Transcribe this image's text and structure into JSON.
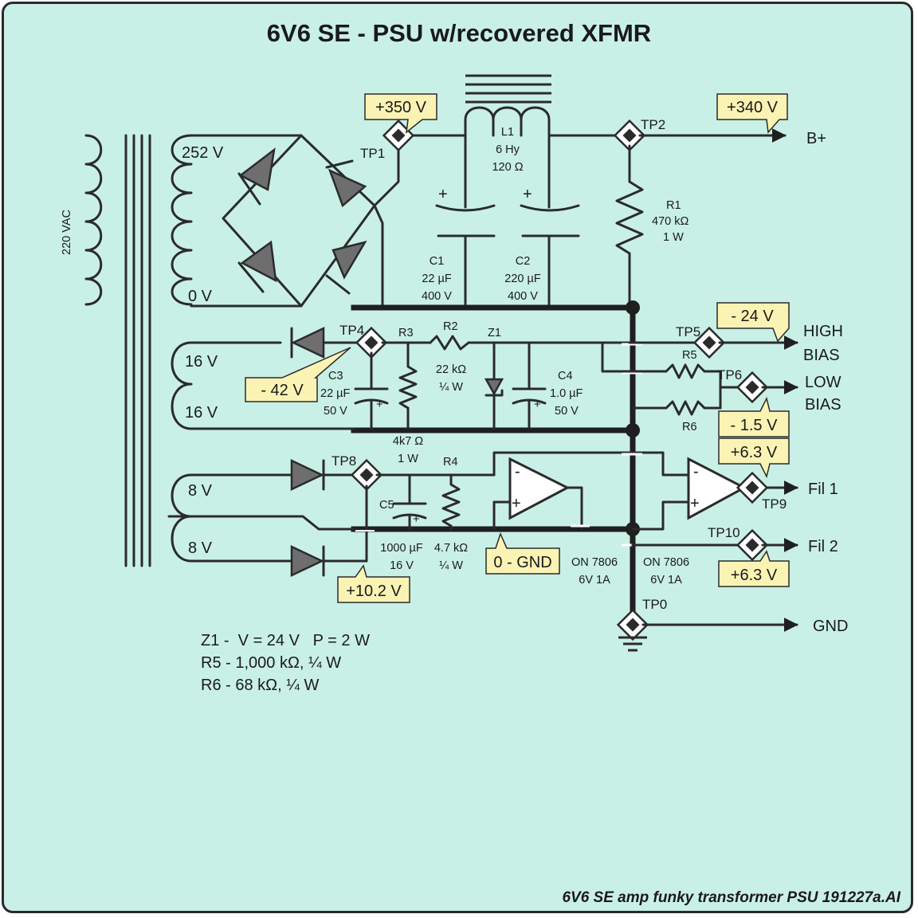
{
  "title": "6V6 SE - PSU w/recovered XFMR",
  "footer": "6V6 SE amp funky transformer PSU 191227a.AI",
  "primary_label": "220 VAC",
  "secondary_taps": [
    "252 V",
    "0 V",
    "16 V",
    "16 V",
    "8 V",
    "8 V"
  ],
  "test_points": [
    "TP0",
    "TP1",
    "TP2",
    "TP4",
    "TP5",
    "TP6",
    "TP8",
    "TP9",
    "TP10"
  ],
  "voltage_callouts": {
    "tp1": "+350 V",
    "tp2": "+340 V",
    "tp4": "- 42 V",
    "tp5": "- 24 V",
    "tp6": "- 1.5 V",
    "tp9": "+6.3 V",
    "tp10": "+6.3 V",
    "tp8": "+10.2 V",
    "gnd": "0 - GND"
  },
  "outputs": {
    "b_plus": "B+",
    "high_bias": [
      "HIGH",
      "BIAS"
    ],
    "low_bias": [
      "LOW",
      "BIAS"
    ],
    "fil1": "Fil 1",
    "fil2": "Fil 2",
    "gnd": "GND"
  },
  "components": {
    "l1": [
      "L1",
      "6 Hy",
      "120 Ω"
    ],
    "r1": [
      "R1",
      "470 kΩ",
      "1 W"
    ],
    "c1": [
      "C1",
      "22 µF",
      "400 V"
    ],
    "c2": [
      "C2",
      "220 µF",
      "400 V"
    ],
    "r3": "R3",
    "r2": [
      "R2",
      "22 kΩ",
      "¼ W"
    ],
    "z1": "Z1",
    "c3": [
      "C3",
      "22 µF",
      "50 V"
    ],
    "c4": [
      "C4",
      "1.0 µF",
      "50 V"
    ],
    "r3_val": [
      "4k7 Ω",
      "1 W"
    ],
    "r5": "R5",
    "r6": "R6",
    "r4": "R4",
    "c5": "C5",
    "c5_val": [
      "1000 µF",
      "16 V"
    ],
    "r4_val": [
      "4.7 kΩ",
      "¼ W"
    ],
    "reg1": [
      "ON 7806",
      "6V 1A"
    ],
    "reg2": [
      "ON 7806",
      "6V 1A"
    ]
  },
  "notes": [
    "Z1 -  V = 24 V   P = 2 W",
    "R5 - 1,000 kΩ, ¼ W",
    "R6 - 68 kΩ, ¼ W"
  ]
}
